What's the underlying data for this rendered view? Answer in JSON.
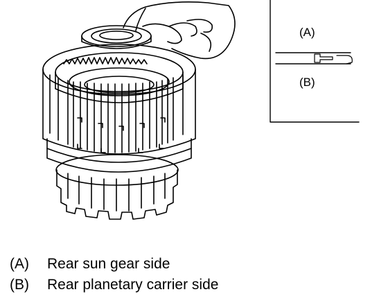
{
  "inset": {
    "label_a": "(A)",
    "label_b": "(B)"
  },
  "legend": [
    {
      "key": "(A)",
      "text": "Rear sun gear side"
    },
    {
      "key": "(B)",
      "text": "Rear planetary carrier side"
    }
  ]
}
